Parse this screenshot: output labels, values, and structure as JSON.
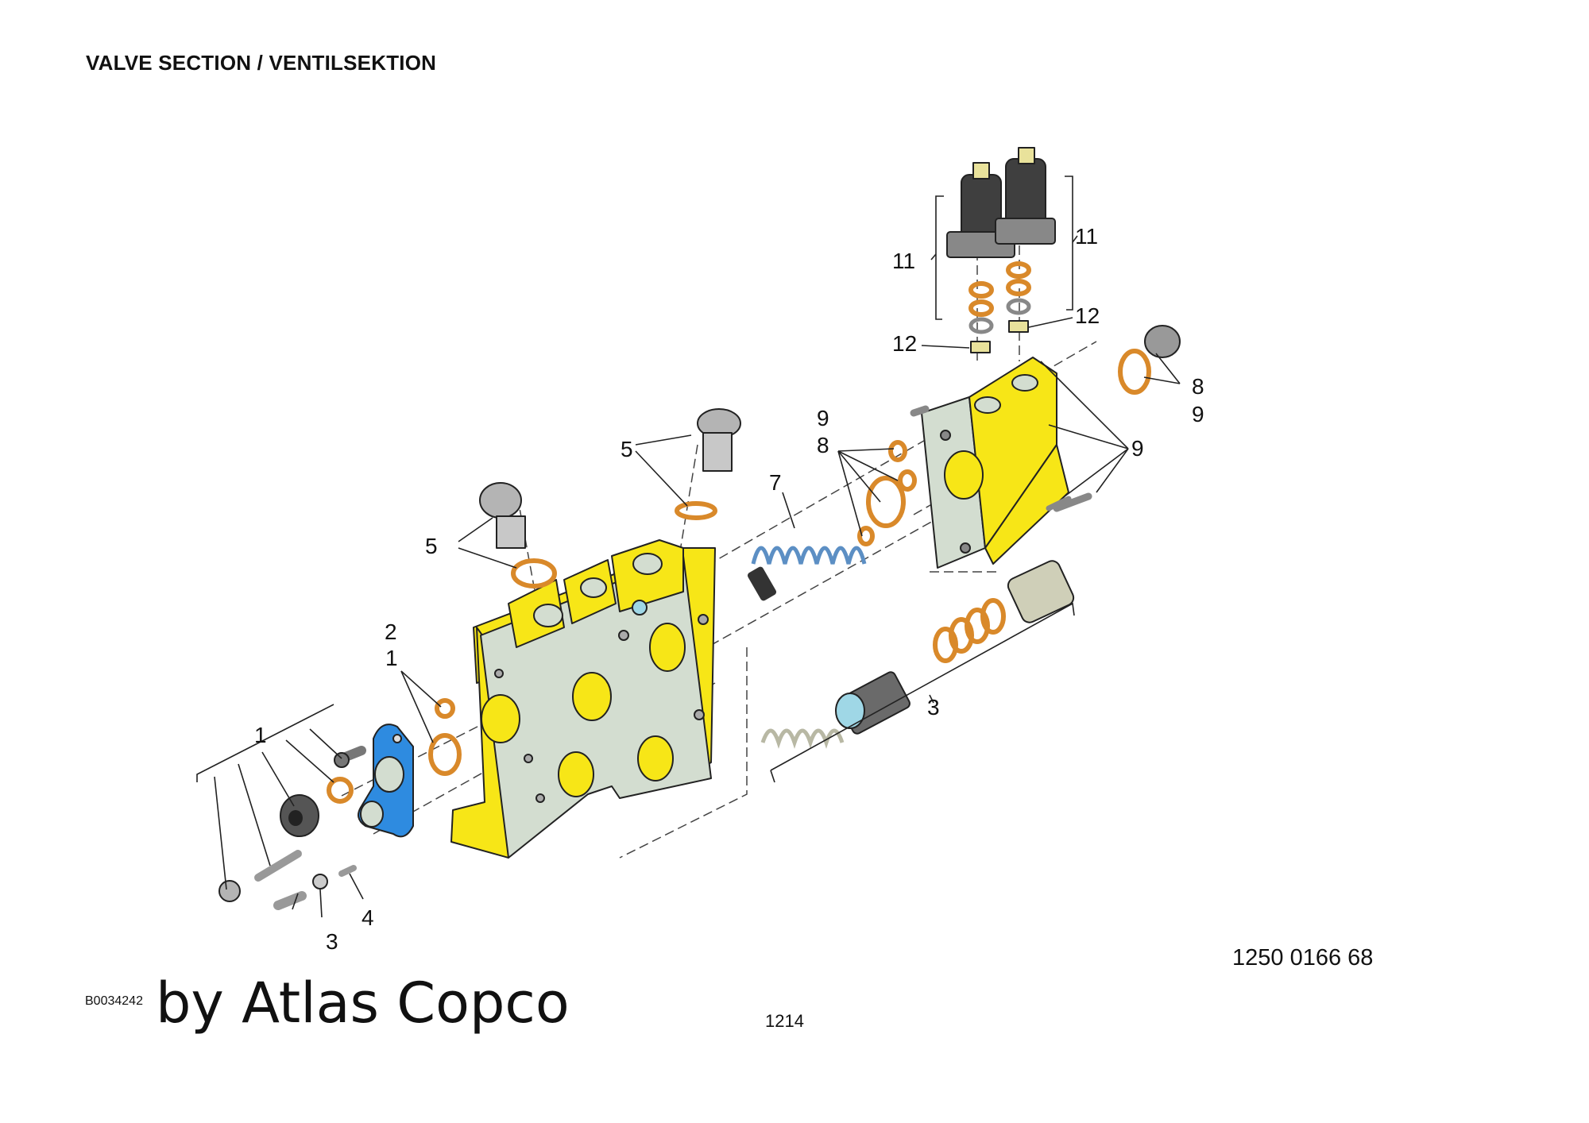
{
  "header": {
    "title": "VALVE SECTION / VENTILSEKTION"
  },
  "footer": {
    "part_number": "1250 0166 68",
    "figure_ref": "B0034242",
    "brand": "by Atlas Copco",
    "page_number": "1214"
  },
  "callouts": {
    "c1a": "1",
    "c1b": "1",
    "c2": "2",
    "c3a": "3",
    "c3b": "3",
    "c4": "4",
    "c5a": "5",
    "c5b": "5",
    "c7": "7",
    "c8a": "8",
    "c8b": "8",
    "c9a": "9",
    "c9b": "9",
    "c9c": "9",
    "c11a": "11",
    "c11b": "11",
    "c12a": "12",
    "c12b": "12"
  },
  "colors": {
    "housing_yellow": "#f7e617",
    "face_grey": "#d3ddd0",
    "cover_blue": "#2e8be0",
    "oring_orange": "#d9892a",
    "spring_blue": "#5c8fc4",
    "metal_grey": "#b4b4b4",
    "solenoid_dark": "#3f3f3f"
  }
}
